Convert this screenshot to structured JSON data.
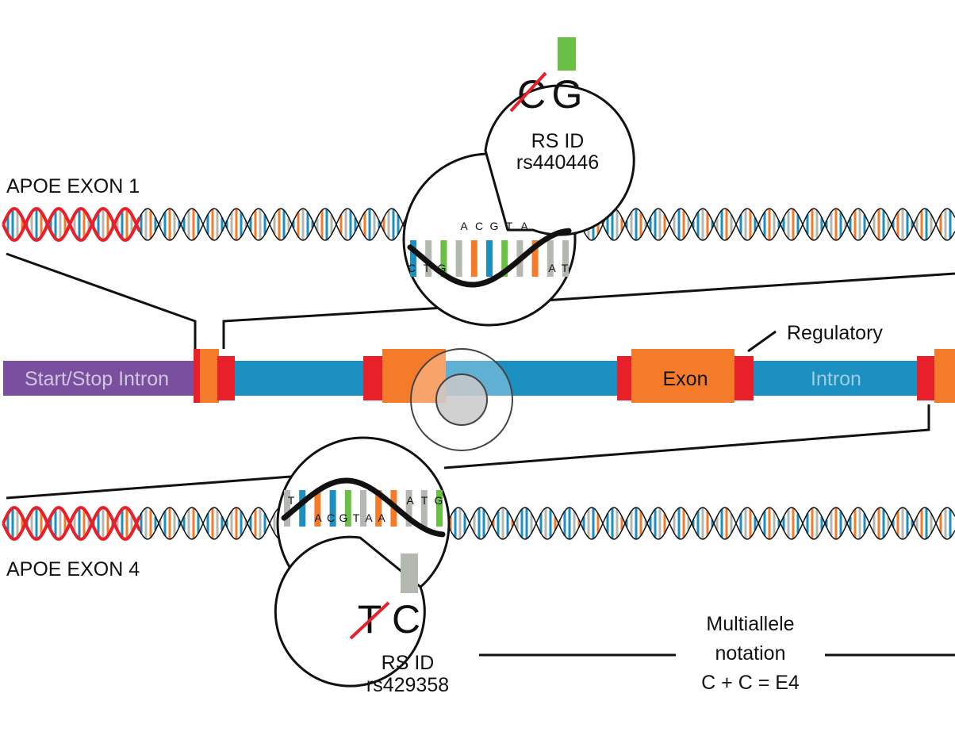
{
  "labels": {
    "exon1": "APOE EXON 1",
    "exon4": "APOE EXON 4",
    "regulatory": "Regulatory"
  },
  "gene_bar": {
    "start_stop": "Start/Stop Intron",
    "exon": "Exon",
    "intron": "Intron"
  },
  "callout_top": {
    "old_base": "C",
    "new_base": "G",
    "rs_label": "RS ID",
    "rs_id": "rs440446",
    "bases_left": [
      "C",
      "T",
      "G"
    ],
    "bases_mid": [
      "A",
      "C",
      "G",
      "T",
      "A"
    ],
    "bases_right": [
      "A",
      "T"
    ]
  },
  "callout_bottom": {
    "old_base": "T",
    "new_base": "C",
    "rs_label": "RS ID",
    "rs_id": "rs429358",
    "base_left": "T",
    "bases_mid": [
      "A",
      "C",
      "G",
      "T",
      "A",
      "A"
    ],
    "bases_right": [
      "A",
      "T",
      "G"
    ]
  },
  "notation": {
    "line1": "Multiallele",
    "line2": "notation",
    "line3": "C + C = E4"
  },
  "colors": {
    "purple": "#7b4fa0",
    "blue": "#1b8fbf",
    "orange": "#f47b2a",
    "red": "#e8202a",
    "green": "#6abf45",
    "gray": "#b3b8b0",
    "strand": "#111111"
  }
}
